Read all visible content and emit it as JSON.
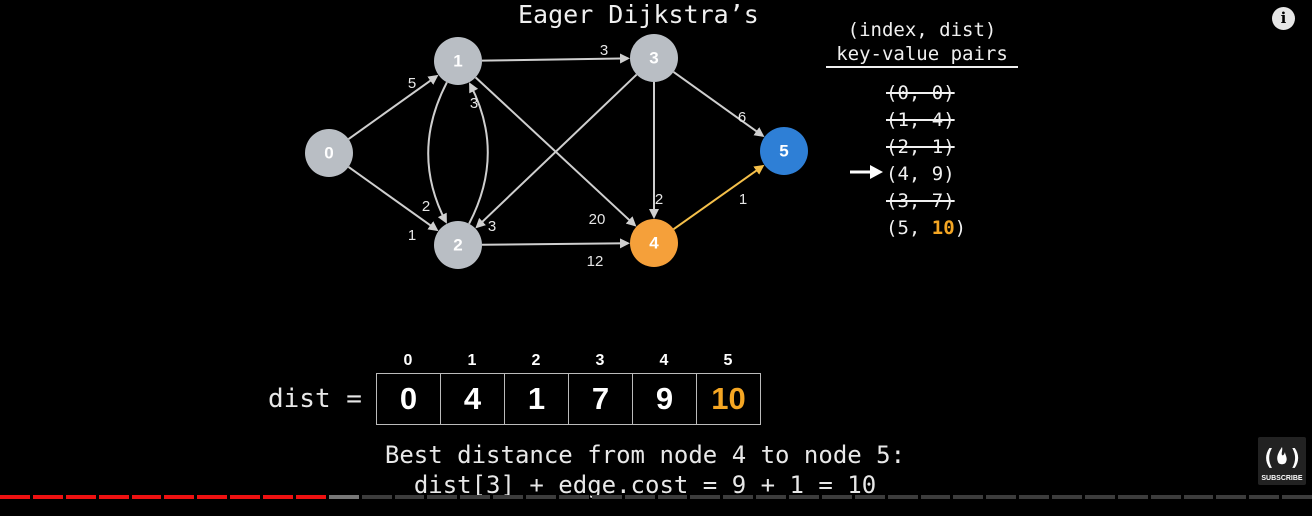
{
  "title": "Eager Dijkstra’s",
  "graph": {
    "nodes": [
      {
        "id": "0",
        "label": "0",
        "color": "#b9bec4"
      },
      {
        "id": "1",
        "label": "1",
        "color": "#b9bec4"
      },
      {
        "id": "2",
        "label": "2",
        "color": "#b9bec4"
      },
      {
        "id": "3",
        "label": "3",
        "color": "#b9bec4"
      },
      {
        "id": "4",
        "label": "4",
        "color": "#f5a03a"
      },
      {
        "id": "5",
        "label": "5",
        "color": "#2e7fd6"
      }
    ],
    "edges": [
      {
        "from": "0",
        "to": "1",
        "weight": "5"
      },
      {
        "from": "0",
        "to": "2",
        "weight": "1"
      },
      {
        "from": "1",
        "to": "2",
        "weight": "2"
      },
      {
        "from": "2",
        "to": "1",
        "weight": "3"
      },
      {
        "from": "1",
        "to": "3",
        "weight": "3"
      },
      {
        "from": "1",
        "to": "4",
        "weight": "20"
      },
      {
        "from": "3",
        "to": "2",
        "weight": "3"
      },
      {
        "from": "3",
        "to": "4",
        "weight": "2"
      },
      {
        "from": "3",
        "to": "5",
        "weight": "6"
      },
      {
        "from": "2",
        "to": "4",
        "weight": "12"
      },
      {
        "from": "4",
        "to": "5",
        "weight": "1"
      }
    ],
    "highlight_edge_color": "#f5c04a"
  },
  "kv": {
    "header_line1": "(index, dist)",
    "header_line2": "key-value pairs",
    "rows": [
      {
        "text": "(0, 0)",
        "struck": true
      },
      {
        "text": "(1, 4)",
        "struck": true
      },
      {
        "text": "(2, 1)",
        "struck": true
      },
      {
        "text": "(4, 9)",
        "struck": false
      },
      {
        "text": "(3, 7)",
        "struck": true
      },
      {
        "text_pre": "(5, ",
        "text_hl": "10",
        "text_post": ")",
        "struck": false
      }
    ],
    "arrow_row": 3
  },
  "dist": {
    "label": "dist =",
    "indices": [
      "0",
      "1",
      "2",
      "3",
      "4",
      "5"
    ],
    "values": [
      "0",
      "4",
      "1",
      "7",
      "9",
      "10"
    ],
    "highlight_index": 5,
    "highlight_color": "#f5a623"
  },
  "caption": {
    "line1": "Best distance from node 4 to node 5:",
    "line2": "dist[3] + edge.cost = 9 + 1 = 10"
  },
  "player": {
    "info_icon": "i",
    "subscribe_label": "SUBSCRIBE",
    "progress_played_fraction": 0.23
  }
}
